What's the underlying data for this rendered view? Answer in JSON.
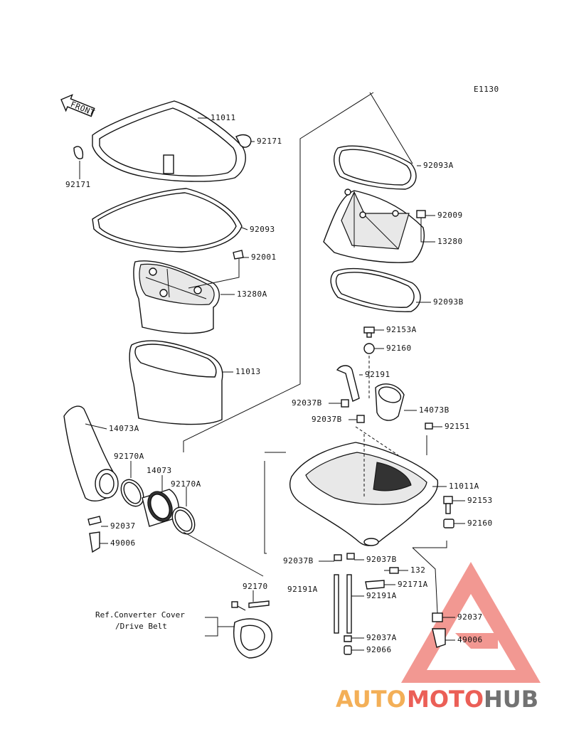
{
  "diagram_code": "E1130",
  "front_label": "FRONT",
  "reference_note": {
    "line1": "Ref.Converter Cover",
    "line2": "/Drive Belt"
  },
  "part_labels": {
    "p11011": "11011",
    "p92171_right": "92171",
    "p92171_left": "92171",
    "p92093": "92093",
    "p92001": "92001",
    "p13280A": "13280A",
    "p11013": "11013",
    "p14073A": "14073A",
    "p92170A_left": "92170A",
    "p14073": "14073",
    "p92170A_right": "92170A",
    "p92037_left": "92037",
    "p49006_left": "49006",
    "p92093A": "92093A",
    "p92009": "92009",
    "p13280": "13280",
    "p92093B": "92093B",
    "p92153A": "92153A",
    "p92160_top": "92160",
    "p92191": "92191",
    "p92037B_a": "92037B",
    "p14073B": "14073B",
    "p92037B_b": "92037B",
    "p92151": "92151",
    "p11011A": "11011A",
    "p92153": "92153",
    "p92160_bottom": "92160",
    "p92037B_c": "92037B",
    "p92037B_d": "92037B",
    "p132": "132",
    "p92191A": "92191A",
    "p92171A": "92171A",
    "p92191A_right": "92191A",
    "p92170": "92170",
    "p92037_right": "92037",
    "p92037A": "92037A",
    "p92066": "92066",
    "p49006_right": "49006"
  },
  "watermark": {
    "text_auto": "AUTO",
    "text_moto": "MOTO",
    "text_hub": "HUB",
    "color_red": "#e8443a",
    "color_orange": "#f2a23a",
    "color_gray": "#5a5a5a"
  }
}
